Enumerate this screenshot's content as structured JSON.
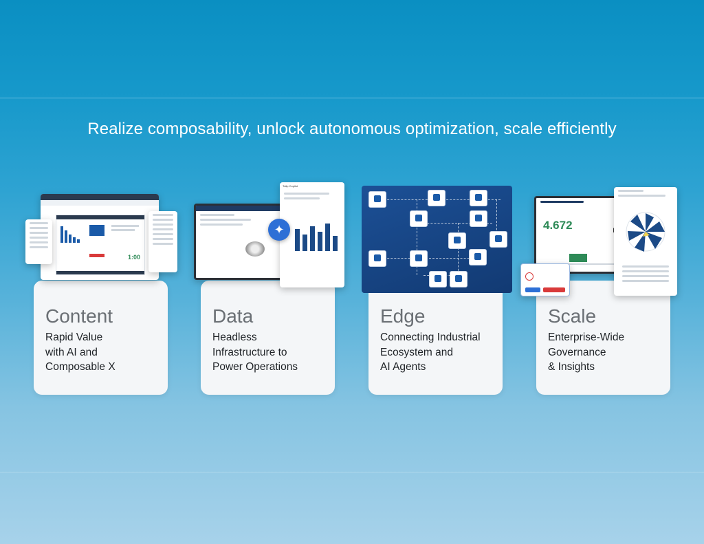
{
  "headline": "Realize composability, unlock autonomous optimization, scale efficiently",
  "cards": [
    {
      "title": "Content",
      "desc": "Rapid Value\nwith AI and\nComposable X"
    },
    {
      "title": "Data",
      "desc": "Headless\nInfrastructure to\nPower Operations"
    },
    {
      "title": "Edge",
      "desc": "Connecting Industrial\nEcosystem and\nAI Agents"
    },
    {
      "title": "Scale",
      "desc": "Enterprise-Wide\nGovernance\n& Insights"
    }
  ],
  "mockups": {
    "content": {
      "timer": "1:00"
    },
    "data": {
      "copilot_title": "Tulip Copilot"
    },
    "scale": {
      "big_value": "4.672",
      "unit": "kg"
    }
  },
  "colors": {
    "accent": "#1a5aa8",
    "green": "#2e8a57",
    "blue_panel": "#1c4a86"
  }
}
